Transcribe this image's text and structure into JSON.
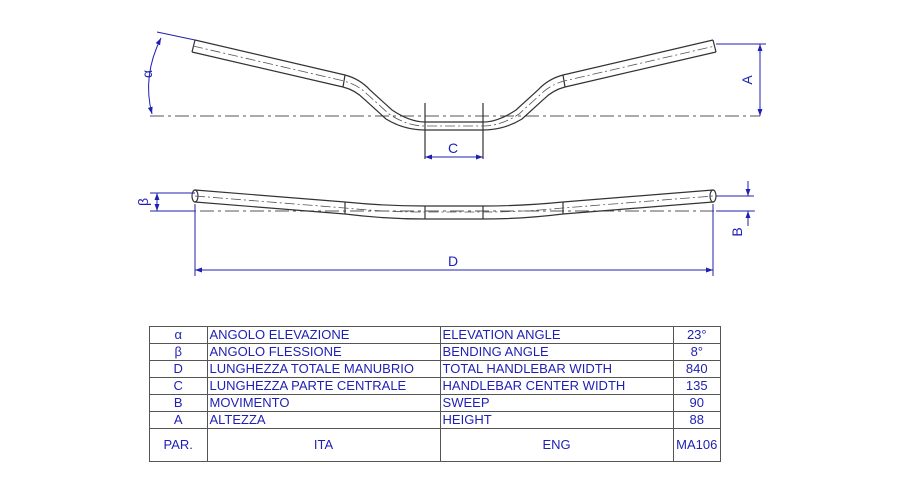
{
  "diagram": {
    "labels": {
      "alpha": "α",
      "A": "A",
      "C": "C",
      "beta": "β",
      "B": "B",
      "D": "D"
    },
    "colors": {
      "dimension": "#1f1fb4",
      "outline": "#333333",
      "centerline": "#555555"
    }
  },
  "table": {
    "rows": [
      {
        "par": "α",
        "ita": "ANGOLO ELEVAZIONE",
        "eng": "ELEVATION ANGLE",
        "value": "23°"
      },
      {
        "par": "β",
        "ita": "ANGOLO FLESSIONE",
        "eng": "BENDING ANGLE",
        "value": "8°"
      },
      {
        "par": "D",
        "ita": "LUNGHEZZA TOTALE MANUBRIO",
        "eng": "TOTAL HANDLEBAR WIDTH",
        "value": "840"
      },
      {
        "par": "C",
        "ita": "LUNGHEZZA PARTE CENTRALE",
        "eng": "HANDLEBAR CENTER WIDTH",
        "value": "135"
      },
      {
        "par": "B",
        "ita": "MOVIMENTO",
        "eng": "SWEEP",
        "value": "90"
      },
      {
        "par": "A",
        "ita": "ALTEZZA",
        "eng": "HEIGHT",
        "value": "88"
      }
    ],
    "header": {
      "par": "PAR.",
      "ita": "ITA",
      "eng": "ENG",
      "model": "MA106"
    }
  }
}
